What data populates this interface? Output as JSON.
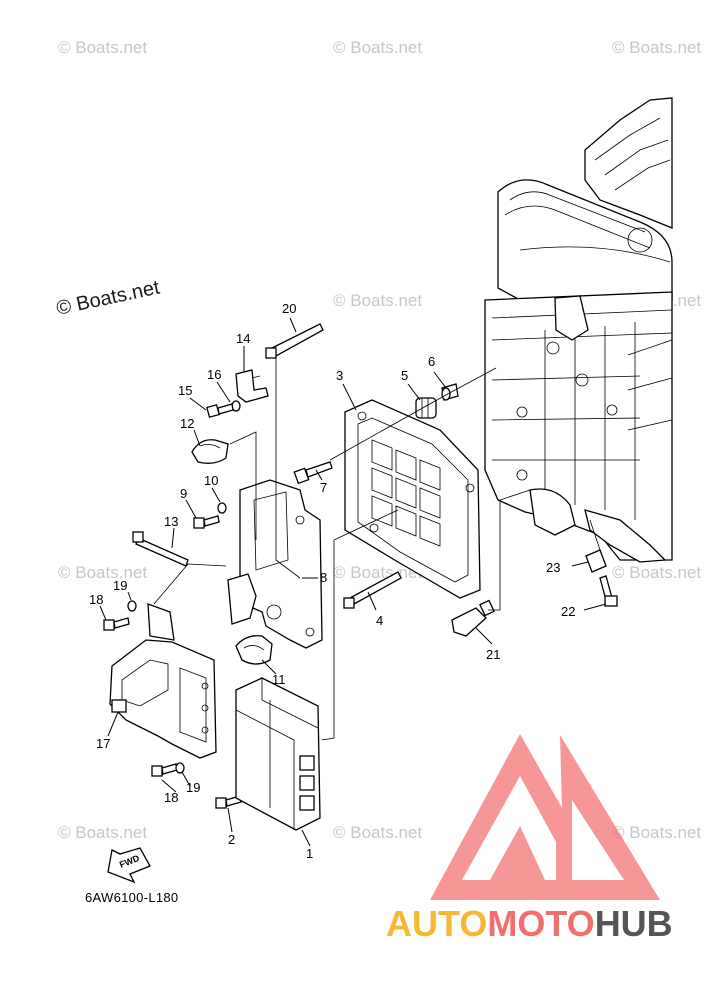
{
  "diagram": {
    "code": "6AW6100-L180",
    "fwd_label": "FWD",
    "watermark_small": "© Boats.net",
    "watermark_large": "© Boats.net",
    "logo": {
      "auto": "AUTO",
      "moto": "MOTO",
      "hub": "HUB",
      "colors": {
        "auto": "#f7b733",
        "moto": "#f26d6d",
        "hub": "#555555",
        "mark": "#f26d6d"
      }
    },
    "callouts": [
      "20",
      "14",
      "16",
      "15",
      "12",
      "3",
      "5",
      "6",
      "9",
      "10",
      "7",
      "13",
      "8",
      "19",
      "18",
      "4",
      "11",
      "21",
      "23",
      "22",
      "17",
      "19",
      "18",
      "2",
      "1"
    ]
  }
}
